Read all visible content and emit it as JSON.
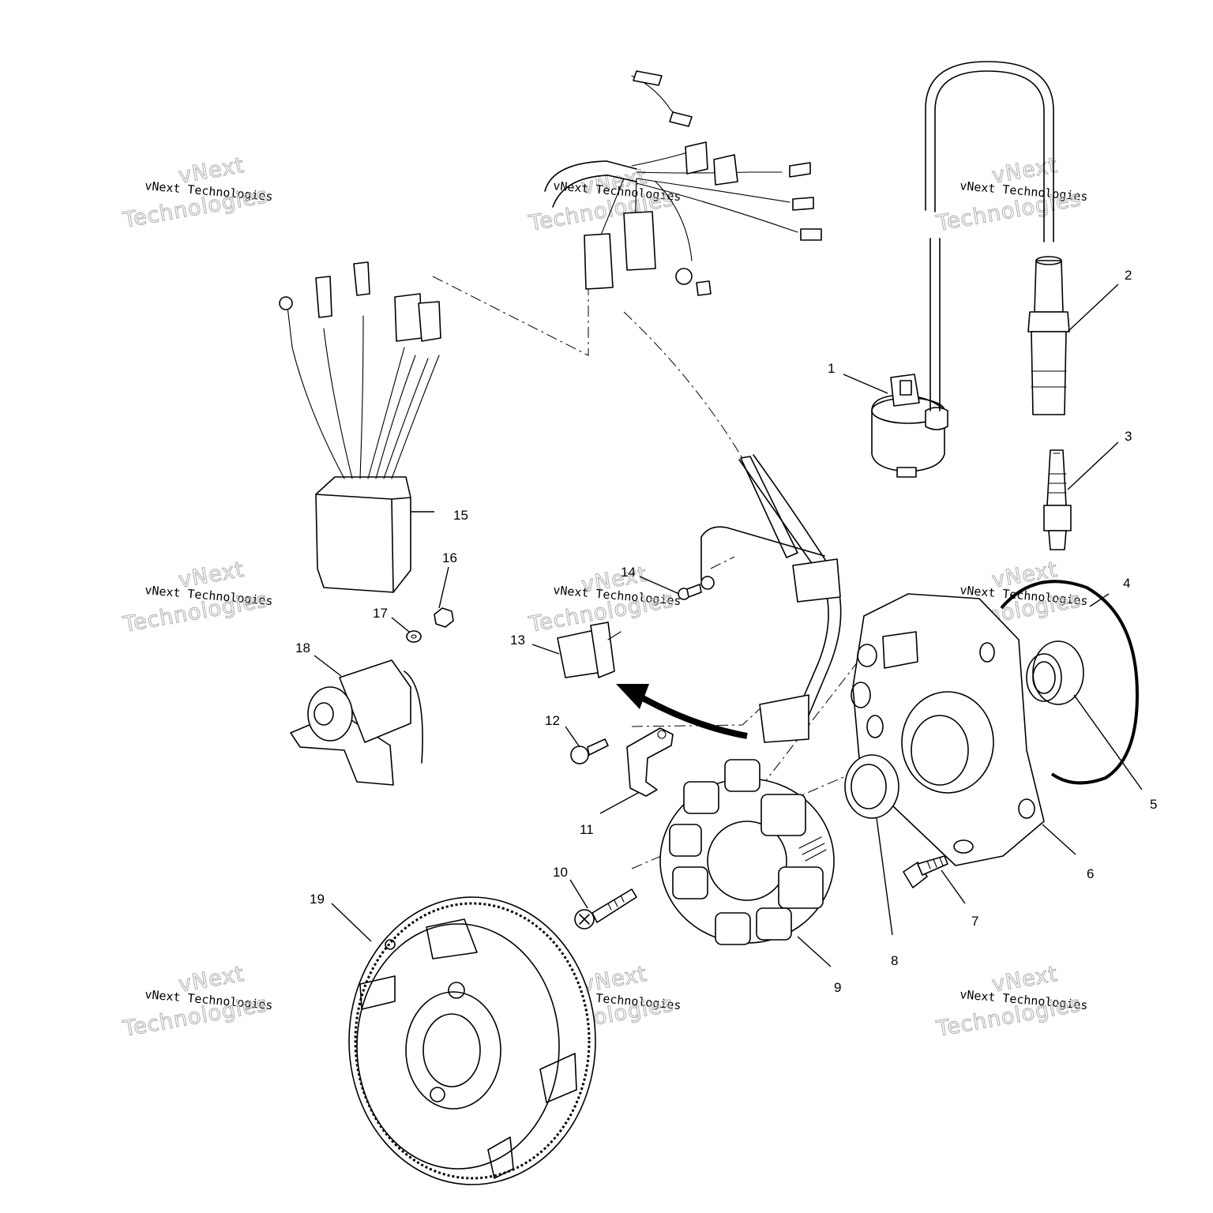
{
  "diagram": {
    "callouts": [
      "1",
      "2",
      "3",
      "4",
      "5",
      "6",
      "7",
      "8",
      "9",
      "10",
      "11",
      "12",
      "13",
      "14",
      "15",
      "16",
      "17",
      "18",
      "19"
    ],
    "watermark": {
      "small": "vNext Technologies",
      "overlay_top": "vNext",
      "overlay_bottom": "Technologies"
    },
    "colors": {
      "line": "#000000",
      "background": "#ffffff",
      "watermark_outline": "#b4b4b4"
    }
  }
}
